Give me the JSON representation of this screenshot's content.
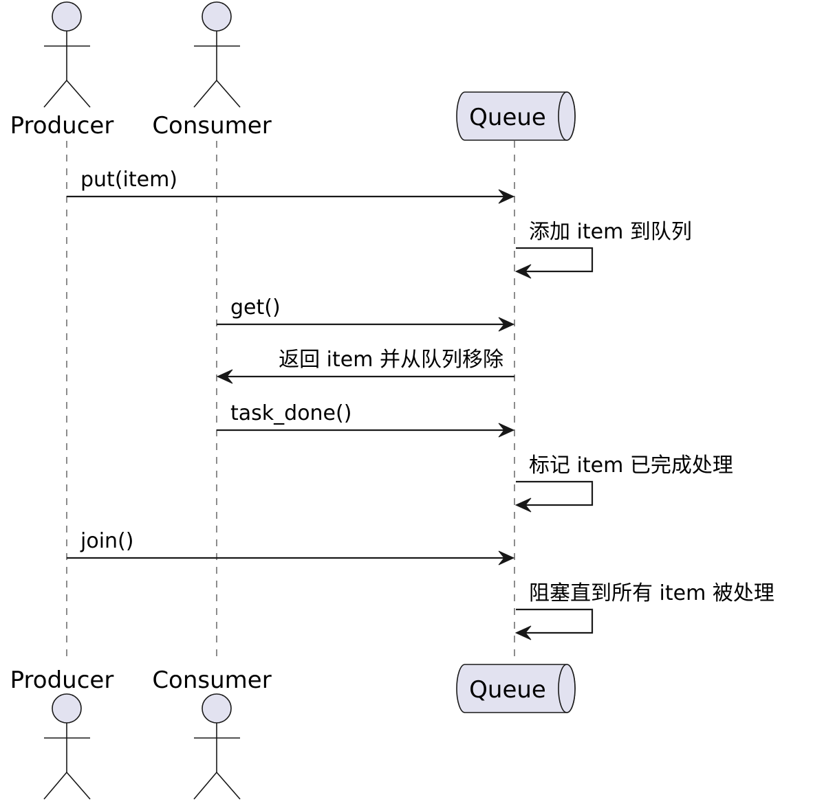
{
  "diagram": {
    "type": "sequence",
    "colors": {
      "participant_fill": "#E2E2F0",
      "line": "#181818",
      "text": "#000000",
      "background": "#FFFFFF"
    },
    "participants": [
      {
        "id": "producer",
        "label": "Producer",
        "kind": "actor"
      },
      {
        "id": "consumer",
        "label": "Consumer",
        "kind": "actor"
      },
      {
        "id": "queue",
        "label": "Queue",
        "kind": "queue"
      }
    ],
    "messages": [
      {
        "from": "producer",
        "to": "queue",
        "label": "put(item)"
      },
      {
        "from": "queue",
        "to": "queue",
        "label": "添加 item 到队列"
      },
      {
        "from": "consumer",
        "to": "queue",
        "label": "get()"
      },
      {
        "from": "queue",
        "to": "consumer",
        "label": "返回 item 并从队列移除"
      },
      {
        "from": "consumer",
        "to": "queue",
        "label": "task_done()"
      },
      {
        "from": "queue",
        "to": "queue",
        "label": "标记 item 已完成处理"
      },
      {
        "from": "producer",
        "to": "queue",
        "label": "join()"
      },
      {
        "from": "queue",
        "to": "queue",
        "label": "阻塞直到所有 item 被处理"
      }
    ]
  }
}
